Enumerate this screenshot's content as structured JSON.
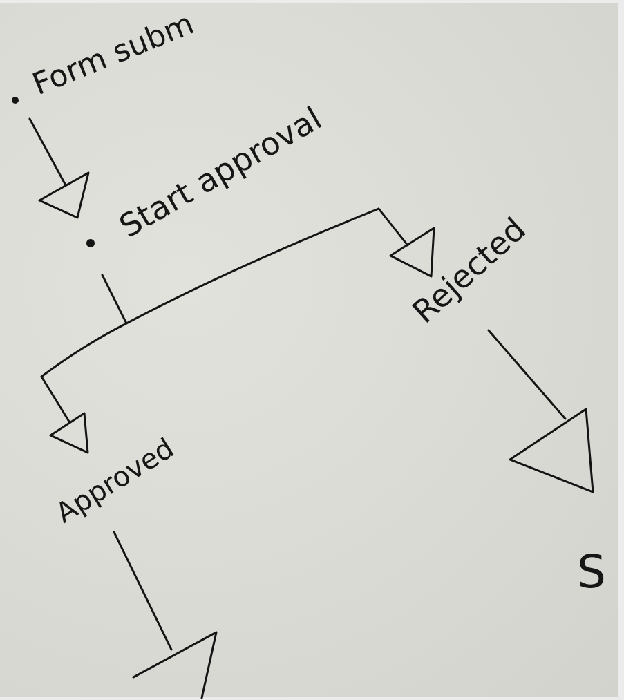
{
  "diagram": {
    "type": "hand-drawn flowchart on paper",
    "colors": {
      "paper": "#dcdcd6",
      "ink": "#141414",
      "border": "#ececec"
    },
    "nodes": [
      {
        "id": "form",
        "label": "Form subm",
        "marker": "bullet"
      },
      {
        "id": "start",
        "label": "Start approval",
        "marker": "bullet"
      },
      {
        "id": "rejected",
        "label": "Rejected"
      },
      {
        "id": "approved",
        "label": "Approved"
      },
      {
        "id": "partial",
        "label": "S"
      }
    ],
    "edges": [
      {
        "from": "form",
        "to": "start",
        "arrow": "triangle"
      },
      {
        "from": "start",
        "to": "rejected",
        "arrow": "triangle",
        "branch": "right"
      },
      {
        "from": "start",
        "to": "approved",
        "arrow": "triangle",
        "branch": "left"
      },
      {
        "from": "rejected",
        "to": "partial",
        "arrow": "triangle"
      },
      {
        "from": "approved",
        "to": "next",
        "arrow": "triangle"
      }
    ]
  }
}
